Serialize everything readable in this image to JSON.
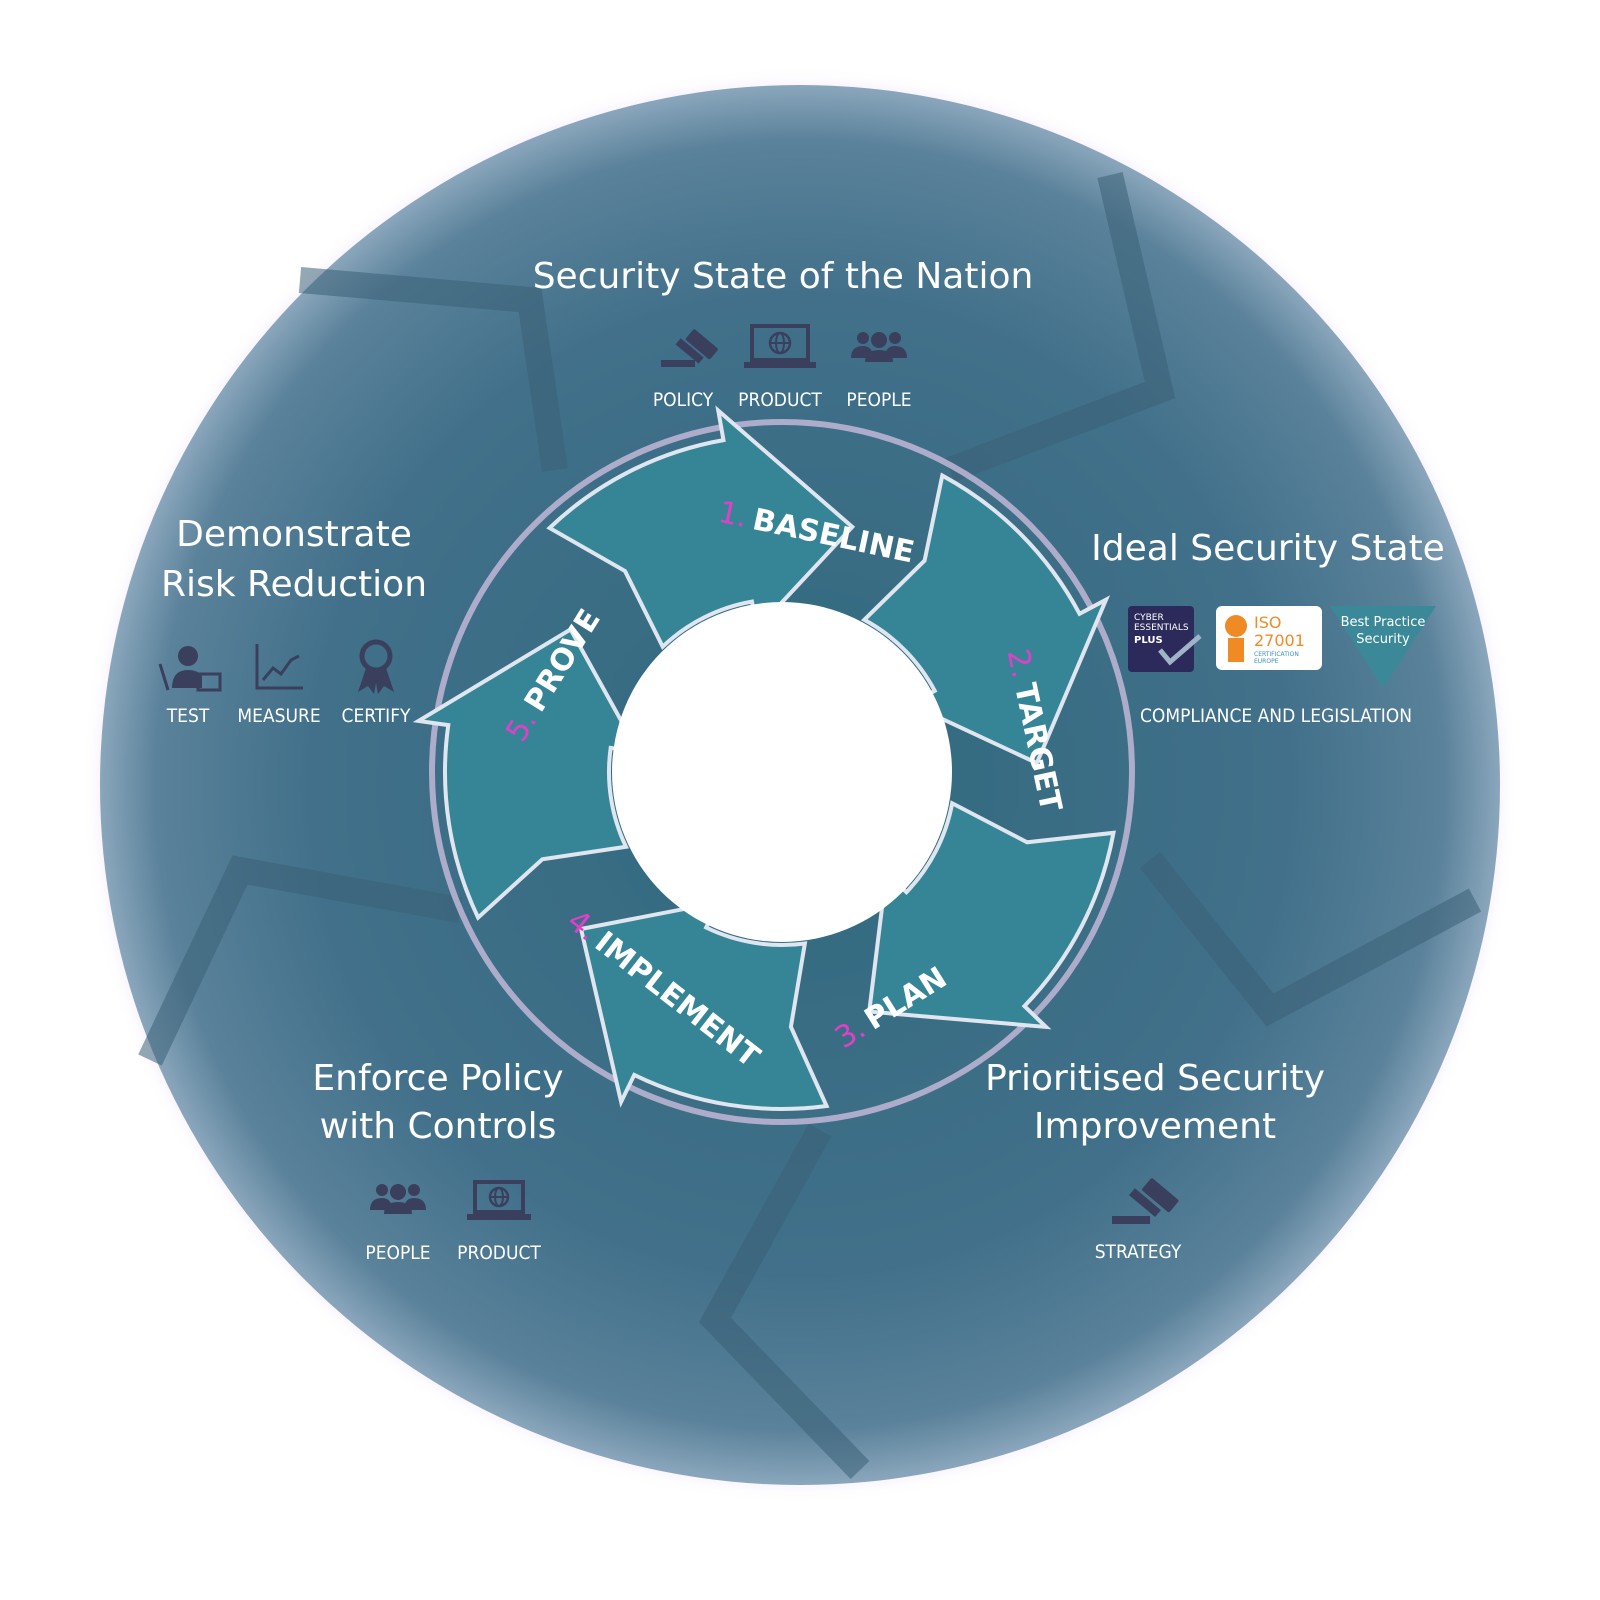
{
  "colors": {
    "outer_disc": "#42708a",
    "outer_disc_dark": "#3c6a80",
    "outer_rim_glow": "#d9c8f0",
    "arrow_fill": "#368596",
    "icon_dark": "#3a3f5e",
    "step_number": "#e040c8",
    "center": "#ffffff"
  },
  "sections": {
    "top": {
      "title": "Security State of the Nation",
      "items": [
        {
          "label": "POLICY",
          "icon": "gavel-icon"
        },
        {
          "label": "PRODUCT",
          "icon": "laptop-globe-icon"
        },
        {
          "label": "PEOPLE",
          "icon": "people-group-icon"
        }
      ]
    },
    "right": {
      "title": "Ideal Security State",
      "badges": {
        "cyber": {
          "line1": "CYBER",
          "line2": "ESSENTIALS",
          "line3": "PLUS"
        },
        "iso": {
          "title": "ISO",
          "number": "27001",
          "sub1": "CERTIFICATION",
          "sub2": "EUROPE"
        },
        "bps": {
          "line1": "Best Practice",
          "line2": "Security"
        }
      },
      "caption": "COMPLIANCE AND LEGISLATION"
    },
    "bottom_right": {
      "title_line1": "Prioritised Security",
      "title_line2": "Improvement",
      "items": [
        {
          "label": "STRATEGY",
          "icon": "gavel-icon"
        }
      ]
    },
    "bottom_left": {
      "title_line1": "Enforce Policy",
      "title_line2": "with Controls",
      "items": [
        {
          "label": "PEOPLE",
          "icon": "people-group-icon"
        },
        {
          "label": "PRODUCT",
          "icon": "laptop-globe-icon"
        }
      ]
    },
    "left": {
      "title_line1": "Demonstrate",
      "title_line2": "Risk Reduction",
      "items": [
        {
          "label": "TEST",
          "icon": "person-tester-icon"
        },
        {
          "label": "MEASURE",
          "icon": "line-chart-icon"
        },
        {
          "label": "CERTIFY",
          "icon": "award-ribbon-icon"
        }
      ]
    }
  },
  "steps": [
    {
      "number": "1.",
      "label": "BASELINE"
    },
    {
      "number": "2.",
      "label": "TARGET"
    },
    {
      "number": "3.",
      "label": "PLAN"
    },
    {
      "number": "4.",
      "label": "IMPLEMENT"
    },
    {
      "number": "5.",
      "label": "PROVE"
    }
  ]
}
